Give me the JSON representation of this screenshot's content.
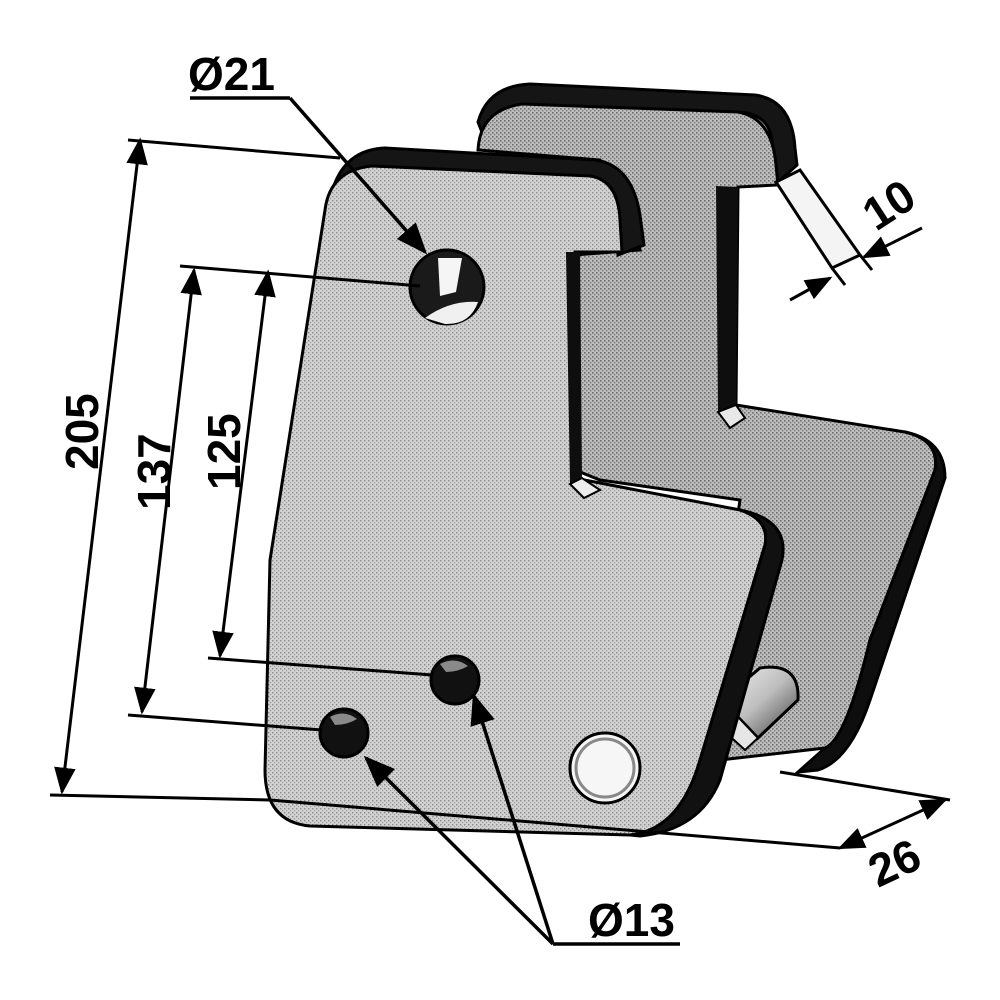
{
  "diagram": {
    "labels": {
      "hole_top_diameter": "Ø21",
      "hole_small_diameter": "Ø13",
      "overall_height": "205",
      "hole_spacing_outer": "137",
      "hole_spacing_inner": "125",
      "plate_thickness": "10",
      "plate_gap_width": "26"
    },
    "colors": {
      "ink": "#000000",
      "face": "#c9c9c9",
      "shade_light": "#e2e2e2",
      "shade_dark": "#1a1a1a",
      "background": "#ffffff"
    }
  }
}
